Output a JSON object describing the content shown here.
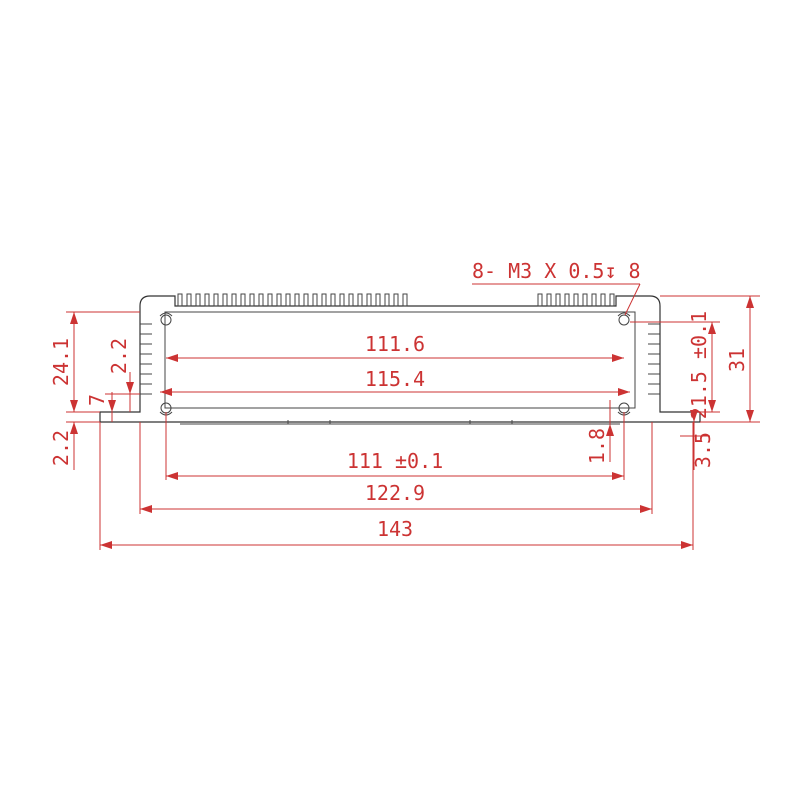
{
  "drawing": {
    "thread_callout": "8- M3 X 0.5↧ 8",
    "dimensions": {
      "inner_width_1": "111.6",
      "inner_width_2": "115.4",
      "slot_width": "111 ±0.1",
      "base_inner": "122.9",
      "overall_width": "143",
      "height_left": "24.1",
      "wall_top": "2.2",
      "rail_height": "7",
      "base_thickness": "2.2",
      "height_right": "21.5 ±0.1",
      "total_height": "31",
      "slot_depth": "1.8",
      "flange_height": "3.5"
    }
  }
}
